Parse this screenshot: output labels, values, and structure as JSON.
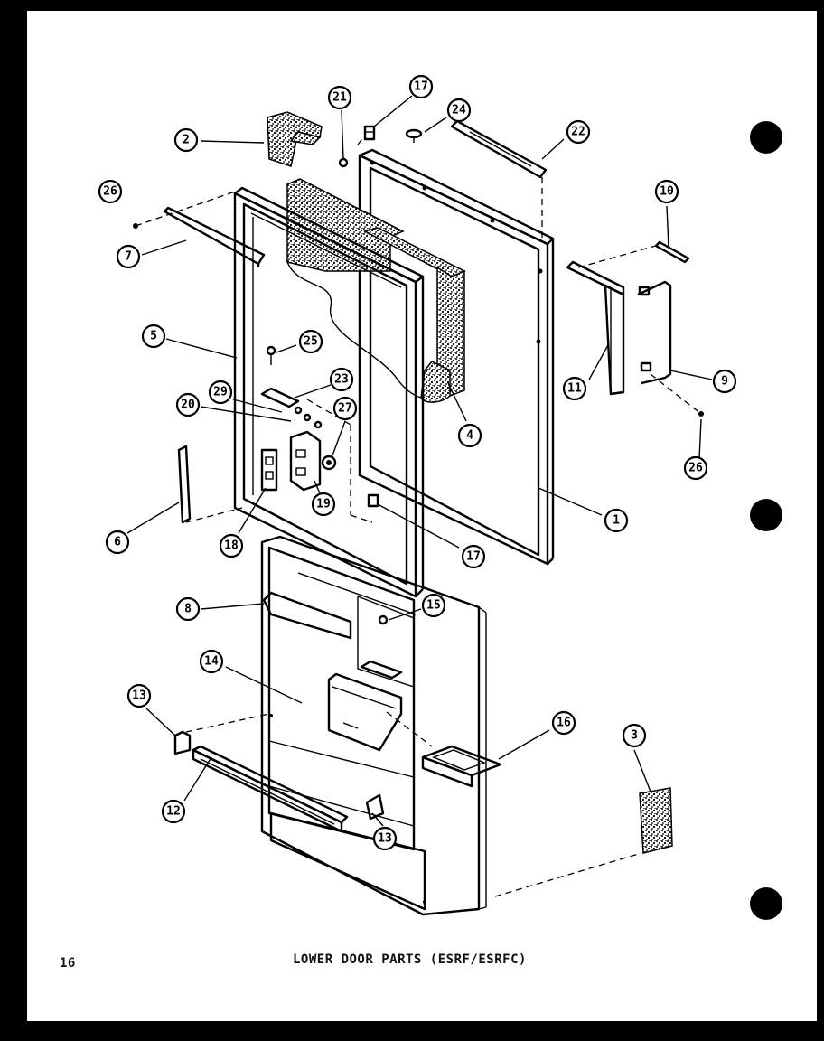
{
  "page": {
    "number": "16",
    "caption": "LOWER DOOR PARTS (ESRF/ESRFC)"
  },
  "diagram": {
    "callouts": [
      {
        "id": "c1",
        "label": "1"
      },
      {
        "id": "c2",
        "label": "2"
      },
      {
        "id": "c3",
        "label": "3"
      },
      {
        "id": "c4",
        "label": "4"
      },
      {
        "id": "c5",
        "label": "5"
      },
      {
        "id": "c6",
        "label": "6"
      },
      {
        "id": "c7",
        "label": "7"
      },
      {
        "id": "c8",
        "label": "8"
      },
      {
        "id": "c9",
        "label": "9"
      },
      {
        "id": "c10",
        "label": "10"
      },
      {
        "id": "c11",
        "label": "11"
      },
      {
        "id": "c12",
        "label": "12"
      },
      {
        "id": "c13a",
        "label": "13"
      },
      {
        "id": "c13b",
        "label": "13"
      },
      {
        "id": "c14",
        "label": "14"
      },
      {
        "id": "c15",
        "label": "15"
      },
      {
        "id": "c16",
        "label": "16"
      },
      {
        "id": "c17a",
        "label": "17"
      },
      {
        "id": "c17b",
        "label": "17"
      },
      {
        "id": "c18",
        "label": "18"
      },
      {
        "id": "c19",
        "label": "19"
      },
      {
        "id": "c20",
        "label": "20"
      },
      {
        "id": "c21",
        "label": "21"
      },
      {
        "id": "c22",
        "label": "22"
      },
      {
        "id": "c23",
        "label": "23"
      },
      {
        "id": "c24",
        "label": "24"
      },
      {
        "id": "c25",
        "label": "25"
      },
      {
        "id": "c26a",
        "label": "26"
      },
      {
        "id": "c26b",
        "label": "26"
      },
      {
        "id": "c27",
        "label": "27"
      },
      {
        "id": "c29",
        "label": "29"
      }
    ]
  }
}
